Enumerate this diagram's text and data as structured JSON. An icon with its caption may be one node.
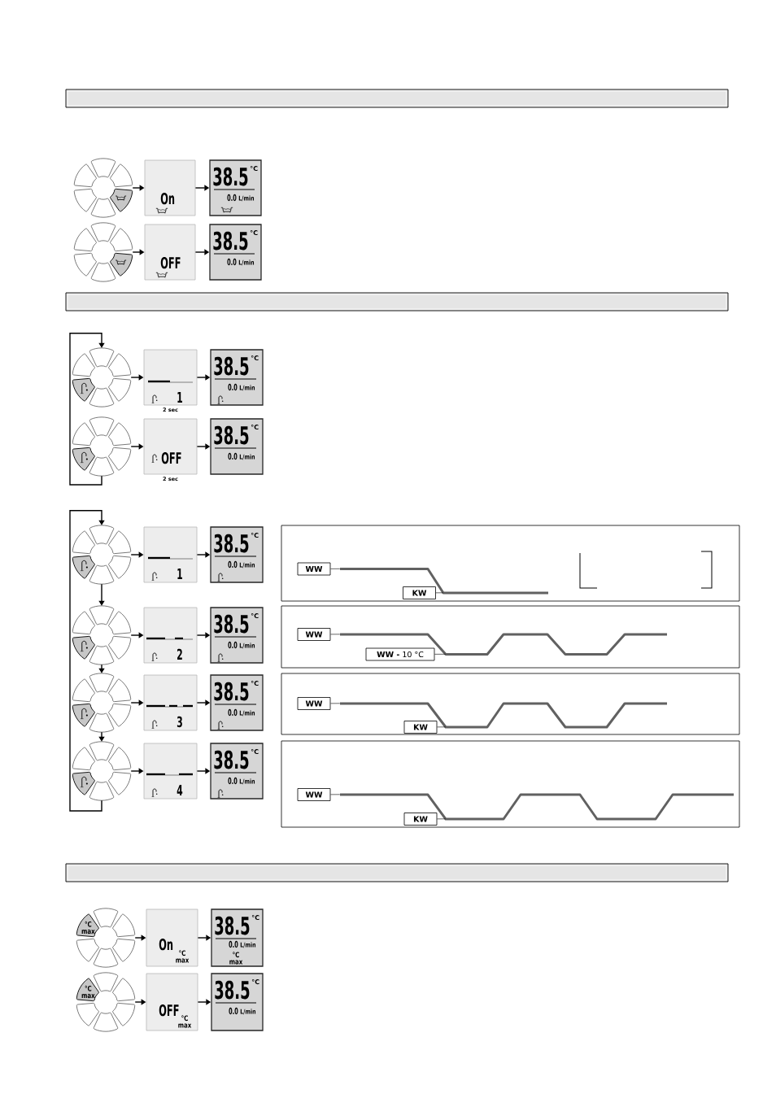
{
  "diagram": {
    "nodes": [
      {
        "text": [],
        "shape": "picture"
      },
      {
        "text": [
          "On"
        ]
      },
      {
        "text": [
          "38.5",
          "°C",
          "0.0",
          "L/min"
        ]
      },
      {
        "text": [],
        "shape": "picture"
      },
      {
        "text": [
          "OFF"
        ]
      },
      {
        "text": [
          "38.5",
          "°C",
          "0.0",
          "L/min"
        ]
      },
      {
        "text": [],
        "shape": "picture"
      },
      {
        "text": [
          "1"
        ],
        "beside": [
          "2 sec"
        ]
      },
      {
        "text": [
          "38.5",
          "°C",
          "0.0",
          "L/min"
        ]
      },
      {
        "text": [],
        "shape": "picture"
      },
      {
        "text": [
          "OFF"
        ],
        "beside": [
          "2 sec"
        ]
      },
      {
        "text": [
          "38.5",
          "°C",
          "0.0",
          "L/min"
        ]
      },
      {
        "text": [],
        "shape": "picture"
      },
      {
        "text": [
          "1"
        ]
      },
      {
        "text": [
          "38.5",
          "°C",
          "0.0",
          "L/min"
        ]
      },
      {
        "text": [],
        "shape": "picture"
      },
      {
        "text": [
          "2"
        ]
      },
      {
        "text": [
          "38.5",
          "°C",
          "0.0",
          "L/min"
        ]
      },
      {
        "text": [],
        "shape": "picture"
      },
      {
        "text": [
          "3"
        ]
      },
      {
        "text": [
          "38.5",
          "°C",
          "0.0",
          "L/min"
        ]
      },
      {
        "text": [],
        "shape": "picture"
      },
      {
        "text": [
          "4"
        ]
      },
      {
        "text": [
          "38.5",
          "°C",
          "0.0",
          "L/min"
        ]
      },
      {
        "text": [],
        "shape": "box"
      },
      {
        "text": [
          "WW"
        ],
        "in": 24
      },
      {
        "text": [],
        "shape": "line",
        "in": 24
      },
      {
        "text": [
          "KW"
        ],
        "in": 24
      },
      {
        "text": [],
        "shape": "box"
      },
      {
        "text": [
          "WW"
        ],
        "in": 28
      },
      {
        "text": [],
        "shape": "line",
        "in": 28
      },
      {
        "text": [
          "**WW -** 10 °C"
        ],
        "in": 28
      },
      {
        "text": [],
        "shape": "box"
      },
      {
        "text": [
          "WW"
        ],
        "in": 32
      },
      {
        "text": [],
        "shape": "line",
        "in": 32
      },
      {
        "text": [
          "KW"
        ],
        "in": 32
      },
      {
        "text": [],
        "shape": "box"
      },
      {
        "text": [
          "WW"
        ],
        "in": 36
      },
      {
        "text": [],
        "shape": "line",
        "in": 36
      },
      {
        "text": [
          "KW"
        ],
        "in": 36
      },
      {
        "text": [
          "°C max"
        ]
      },
      {
        "text": [
          "On",
          "°C max"
        ]
      },
      {
        "text": [
          "38.5",
          "°C",
          "0.0",
          "L/min",
          "°C max"
        ]
      },
      {
        "text": [
          "°C max"
        ]
      },
      {
        "text": [
          "OFF",
          "°C max"
        ]
      },
      {
        "text": [
          "38.5",
          "°C",
          "0.0",
          "L/min"
        ]
      }
    ],
    "edges": [
      {
        "from": 0,
        "to": 1,
        "arrow": "to"
      },
      {
        "from": 1,
        "to": 2,
        "arrow": "to"
      },
      {
        "from": 3,
        "to": 4,
        "arrow": "to"
      },
      {
        "from": 4,
        "to": 5,
        "arrow": "to"
      },
      {
        "from": 6,
        "to": 7,
        "arrow": "to"
      },
      {
        "from": 7,
        "to": 8,
        "arrow": "to"
      },
      {
        "from": 9,
        "to": 10,
        "arrow": "to"
      },
      {
        "from": 10,
        "to": 11,
        "arrow": "to"
      },
      {
        "from": 9,
        "to": 6,
        "arrow": "to"
      },
      {
        "from": 12,
        "to": 13,
        "arrow": "to"
      },
      {
        "from": 13,
        "to": 14,
        "arrow": "to"
      },
      {
        "from": 15,
        "to": 16,
        "arrow": "to"
      },
      {
        "from": 16,
        "to": 17,
        "arrow": "to"
      },
      {
        "from": 18,
        "to": 19,
        "arrow": "to"
      },
      {
        "from": 19,
        "to": 20,
        "arrow": "to"
      },
      {
        "from": 21,
        "to": 22,
        "arrow": "to"
      },
      {
        "from": 22,
        "to": 23,
        "arrow": "to"
      },
      {
        "from": 12,
        "to": 15,
        "arrow": "to"
      },
      {
        "from": 15,
        "to": 18,
        "arrow": "to"
      },
      {
        "from": 18,
        "to": 21,
        "arrow": "to"
      },
      {
        "from": 21,
        "to": 12,
        "arrow": "to"
      },
      {
        "from": 25,
        "to": 26,
        "arrow": "none"
      },
      {
        "from": 27,
        "to": 26,
        "arrow": "none"
      },
      {
        "from": 29,
        "to": 30,
        "arrow": "none"
      },
      {
        "from": 31,
        "to": 30,
        "arrow": "none"
      },
      {
        "from": 33,
        "to": 34,
        "arrow": "none"
      },
      {
        "from": 35,
        "to": 34,
        "arrow": "none"
      },
      {
        "from": 37,
        "to": 38,
        "arrow": "none"
      },
      {
        "from": 39,
        "to": 38,
        "arrow": "none"
      },
      {
        "from": 40,
        "to": 41,
        "arrow": "to"
      },
      {
        "from": 41,
        "to": 42,
        "arrow": "to"
      },
      {
        "from": 43,
        "to": 44,
        "arrow": "to"
      },
      {
        "from": 44,
        "to": 45,
        "arrow": "to"
      }
    ]
  }
}
